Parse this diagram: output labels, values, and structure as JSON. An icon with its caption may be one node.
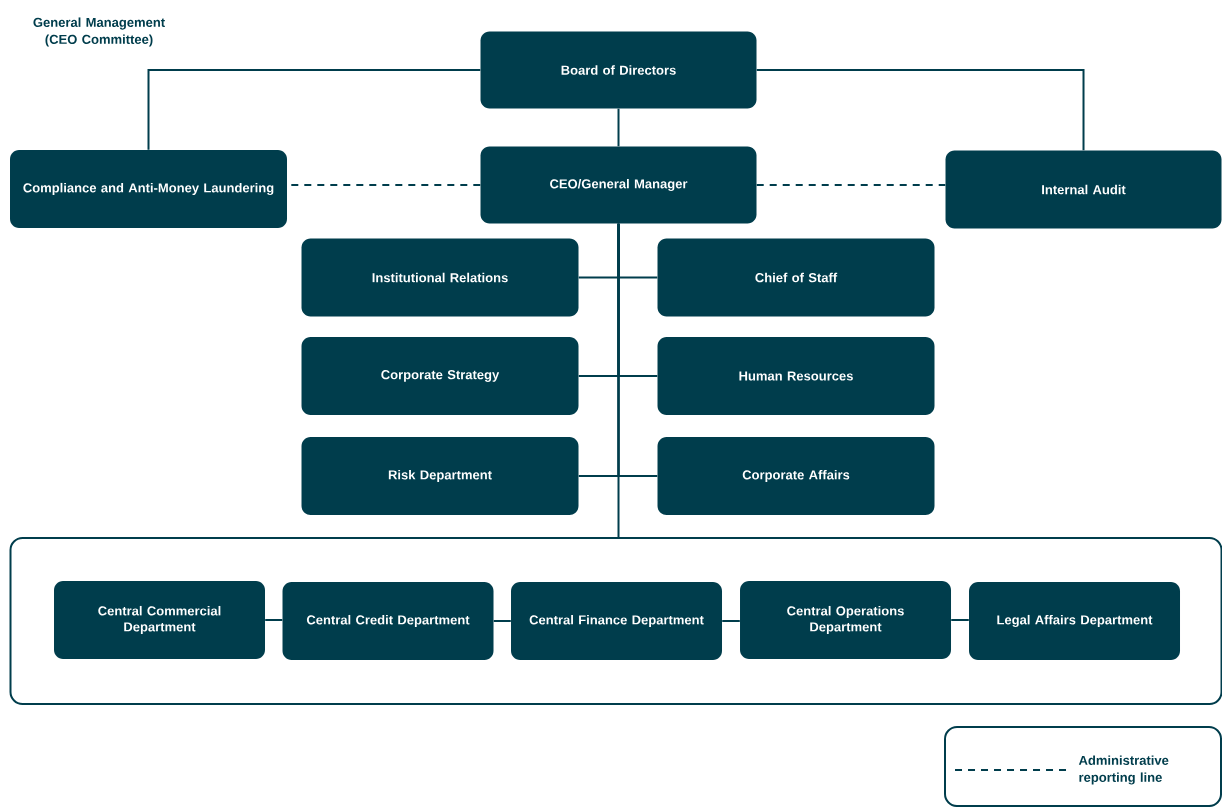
{
  "diagram": {
    "nodes": [
      {
        "text": [
          "Board of Directors"
        ]
      },
      {
        "text": [
          "Compliance and Anti-Money Laundering"
        ]
      },
      {
        "text": [
          "CEO/General Manager"
        ]
      },
      {
        "text": [
          "Internal Audit"
        ]
      },
      {
        "text": [
          "Institutional Relations"
        ]
      },
      {
        "text": [
          "Chief of Staff"
        ]
      },
      {
        "text": [
          "Corporate Strategy"
        ]
      },
      {
        "text": [
          "Human Resources"
        ]
      },
      {
        "text": [
          "Risk Department"
        ]
      },
      {
        "text": [
          "Corporate Affairs"
        ]
      },
      {
        "text": [],
        "shape": "box"
      },
      {
        "text": [
          "Central Commercial Department"
        ],
        "in": 10
      },
      {
        "text": [
          "Central Credit Department"
        ],
        "in": 10
      },
      {
        "text": [
          "Central Finance Department"
        ],
        "in": 10
      },
      {
        "text": [
          "Central Operations Department"
        ],
        "in": 10
      },
      {
        "text": [
          "Legal Affairs Department"
        ],
        "in": 10
      }
    ],
    "edges": [
      {
        "from": 0,
        "to": 2,
        "arrow": "none"
      },
      {
        "from": 0,
        "to": 1,
        "arrow": "none"
      },
      {
        "from": 0,
        "to": 3,
        "arrow": "none"
      },
      {
        "from": 2,
        "to": 1,
        "arrow": "none",
        "style": "dashed"
      },
      {
        "from": 2,
        "to": 3,
        "arrow": "none",
        "style": "dashed"
      },
      {
        "from": 2,
        "to": 4,
        "arrow": "none"
      },
      {
        "from": 2,
        "to": 5,
        "arrow": "none"
      },
      {
        "from": 2,
        "to": 6,
        "arrow": "none"
      },
      {
        "from": 2,
        "to": 7,
        "arrow": "none"
      },
      {
        "from": 2,
        "to": 8,
        "arrow": "none"
      },
      {
        "from": 2,
        "to": 9,
        "arrow": "none"
      },
      {
        "from": 2,
        "to": 10,
        "arrow": "none"
      },
      {
        "from": 11,
        "to": 12,
        "arrow": "none"
      },
      {
        "from": 12,
        "to": 13,
        "arrow": "none"
      },
      {
        "from": 13,
        "to": 14,
        "arrow": "none"
      },
      {
        "from": 14,
        "to": 15,
        "arrow": "none"
      }
    ],
    "labels": [
      "General Management (CEO Committee)"
    ],
    "legend": [
      {
        "text": "Administrative reporting line"
      }
    ]
  }
}
